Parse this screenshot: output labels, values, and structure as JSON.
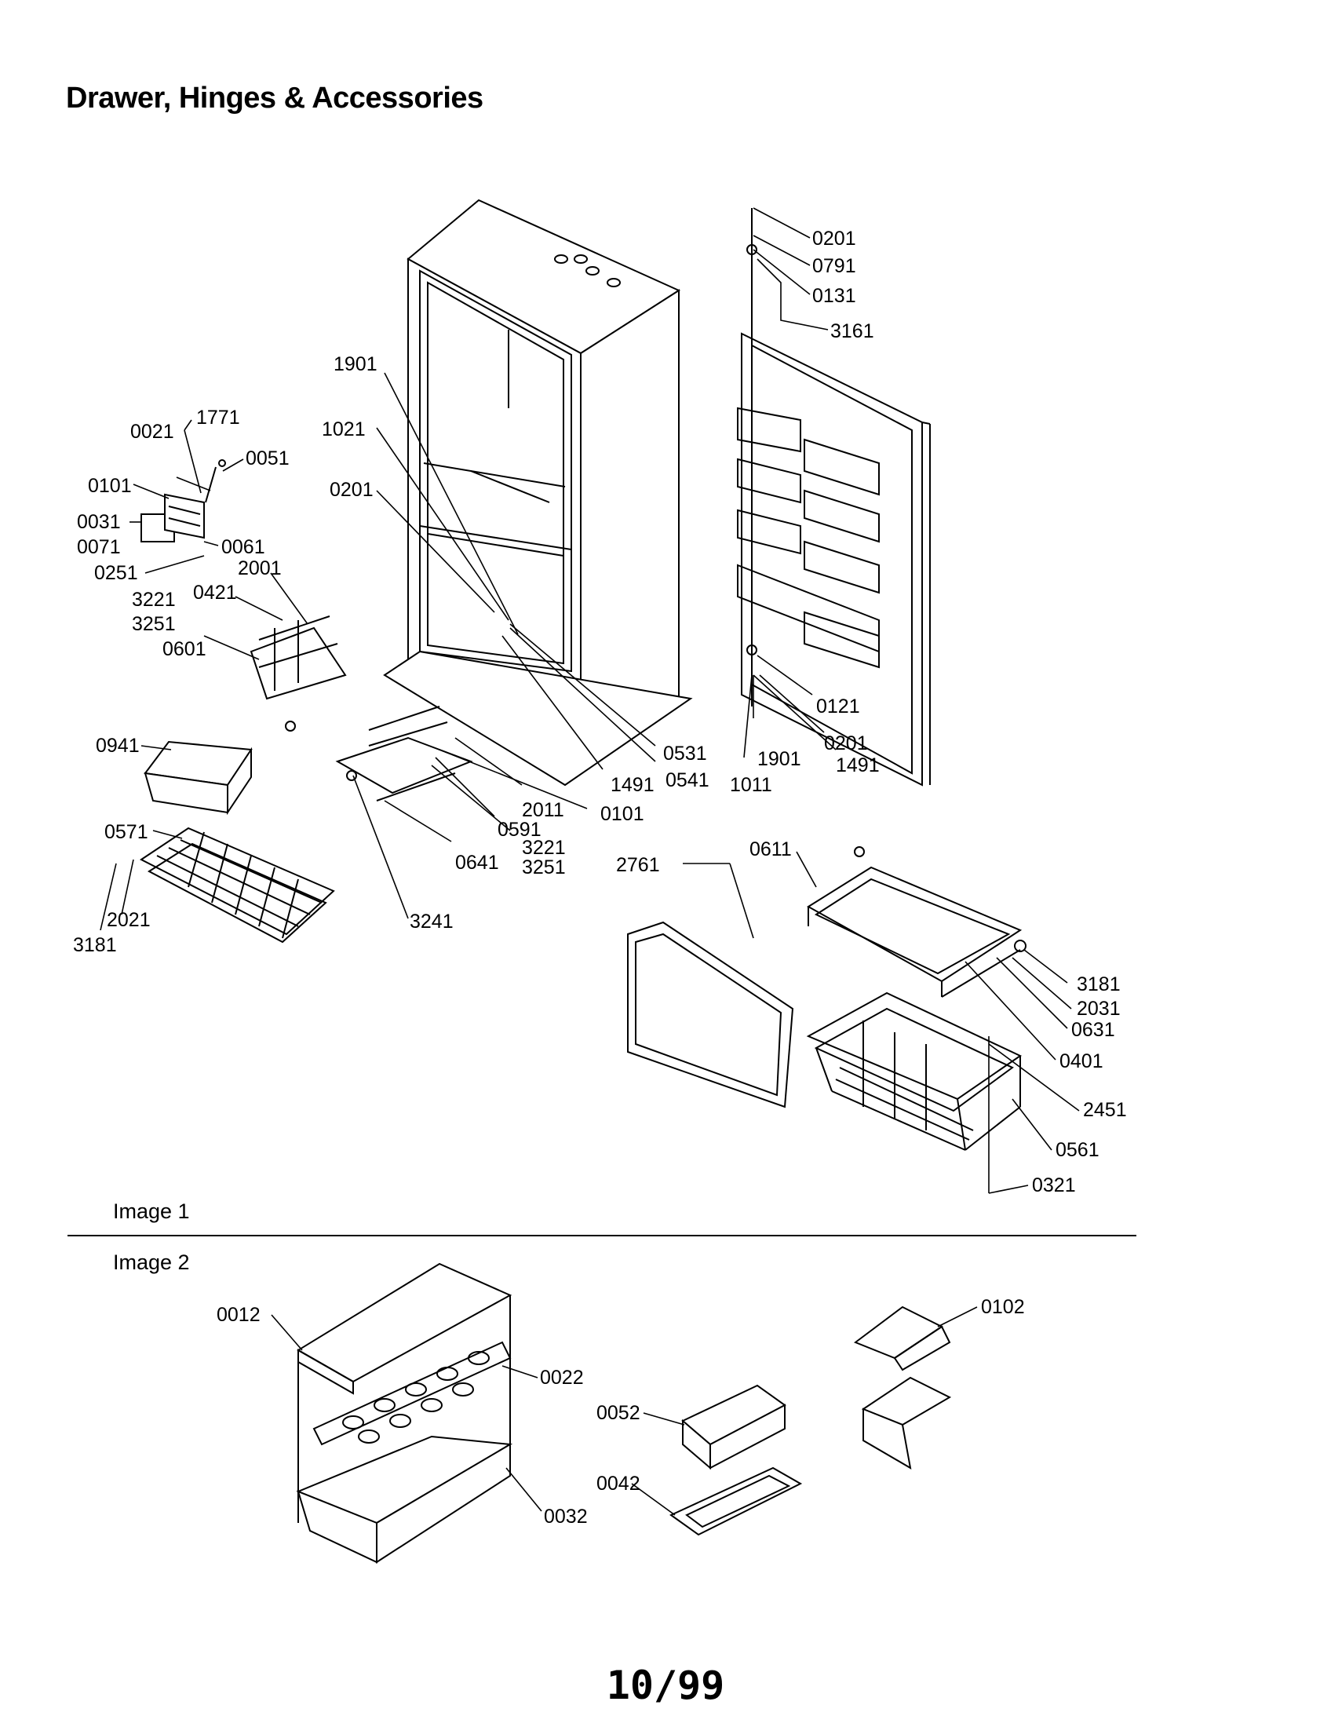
{
  "page": {
    "title": "Drawer, Hinges & Accessories",
    "image1_label": "Image 1",
    "image2_label": "Image 2",
    "page_number": "10/99"
  },
  "callouts": {
    "c0201a": "0201",
    "c0791": "0791",
    "c0131": "0131",
    "c3161": "3161",
    "c1901a": "1901",
    "c1021": "1021",
    "c0201b": "0201",
    "c0021": "0021",
    "c1771": "1771",
    "c0051": "0051",
    "c0101a": "0101",
    "c0031": "0031",
    "c0071": "0071",
    "c0061": "0061",
    "c0251": "0251",
    "c2001": "2001",
    "c3221a": "3221",
    "c0421": "0421",
    "c3251a": "3251",
    "c0601": "0601",
    "c0941": "0941",
    "c0571": "0571",
    "c2021": "2021",
    "c3181a": "3181",
    "c3241": "3241",
    "c0121": "0121",
    "c0201c": "0201",
    "c1901b": "1901",
    "c1491a": "1491",
    "c0531": "0531",
    "c0541": "0541",
    "c1491b": "1491",
    "c1011": "1011",
    "c2011": "2011",
    "c0101b": "0101",
    "c0591": "0591",
    "c3221b": "3221",
    "c0641": "0641",
    "c3251b": "3251",
    "c0611": "0611",
    "c2761": "2761",
    "c3181b": "3181",
    "c2031": "2031",
    "c0631": "0631",
    "c0401": "0401",
    "c2451": "2451",
    "c0561": "0561",
    "c0321": "0321",
    "c0012": "0012",
    "c0022": "0022",
    "c0052": "0052",
    "c0042": "0042",
    "c0032": "0032",
    "c0102": "0102"
  }
}
